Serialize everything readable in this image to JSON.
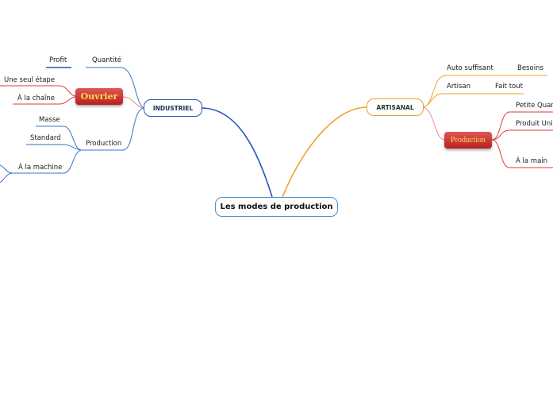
{
  "root": {
    "label": "Les modes de production"
  },
  "industriel": {
    "label": "INDUSTRIEL",
    "quantite": "Quantité",
    "profit": "Profit",
    "ouvrier": "Ouvrier",
    "une_seul_etape": "Une seul étape",
    "a_la_chaine": "À la chaîne",
    "production": "Production",
    "masse": "Masse",
    "standard": "Standard",
    "a_la_machine": "À la machine"
  },
  "artisanal": {
    "label": "ARTISANAL",
    "auto_suffisant": "Auto suffisant",
    "besoins": "Besoins",
    "artisan": "Artisan",
    "fait_tout": "Fait tout",
    "production": "Production",
    "petite_quantite": "Petite Quan",
    "produit_unique": "Produit Uniq",
    "a_la_main": "À la main"
  },
  "colors": {
    "industriel_branch": "#2457b8",
    "artisanal_branch": "#f0a024",
    "red_branch": "#e03a3a",
    "pink_branch": "#f08a8a"
  }
}
